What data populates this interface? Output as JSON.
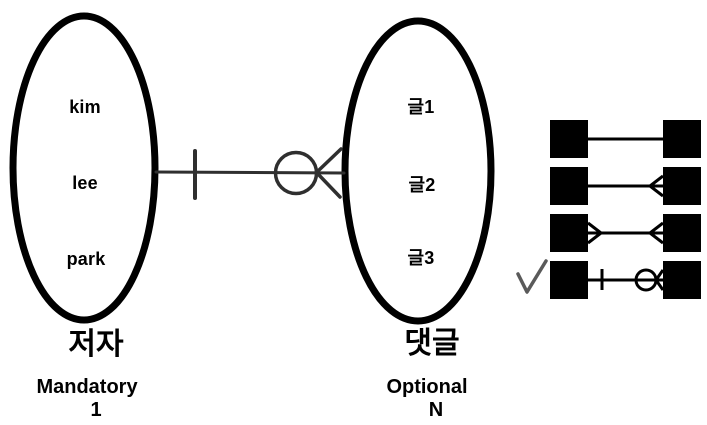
{
  "colors": {
    "ink": "#000000",
    "sketch": "#2f2f2f",
    "check_mark": "#5a5a5a",
    "background": "#ffffff"
  },
  "left_entity": {
    "name": "저자",
    "members": [
      "kim",
      "lee",
      "park"
    ],
    "participation": "Mandatory",
    "cardinality": "1"
  },
  "right_entity": {
    "name": "댓글",
    "members": [
      "글1",
      "글2",
      "글3"
    ],
    "participation": "Optional",
    "cardinality": "N"
  },
  "relationship": {
    "left_end_notation": "mandatory-one-bar",
    "right_end_notation": "optional-many-circle-crow-foot"
  },
  "legend": {
    "rows": [
      {
        "left_end": "plain",
        "right_end": "plain"
      },
      {
        "left_end": "plain",
        "right_end": "crow-foot"
      },
      {
        "left_end": "crow-foot",
        "right_end": "crow-foot"
      },
      {
        "left_end": "bar",
        "right_end": "circle-crow-foot",
        "checked": true
      }
    ]
  }
}
